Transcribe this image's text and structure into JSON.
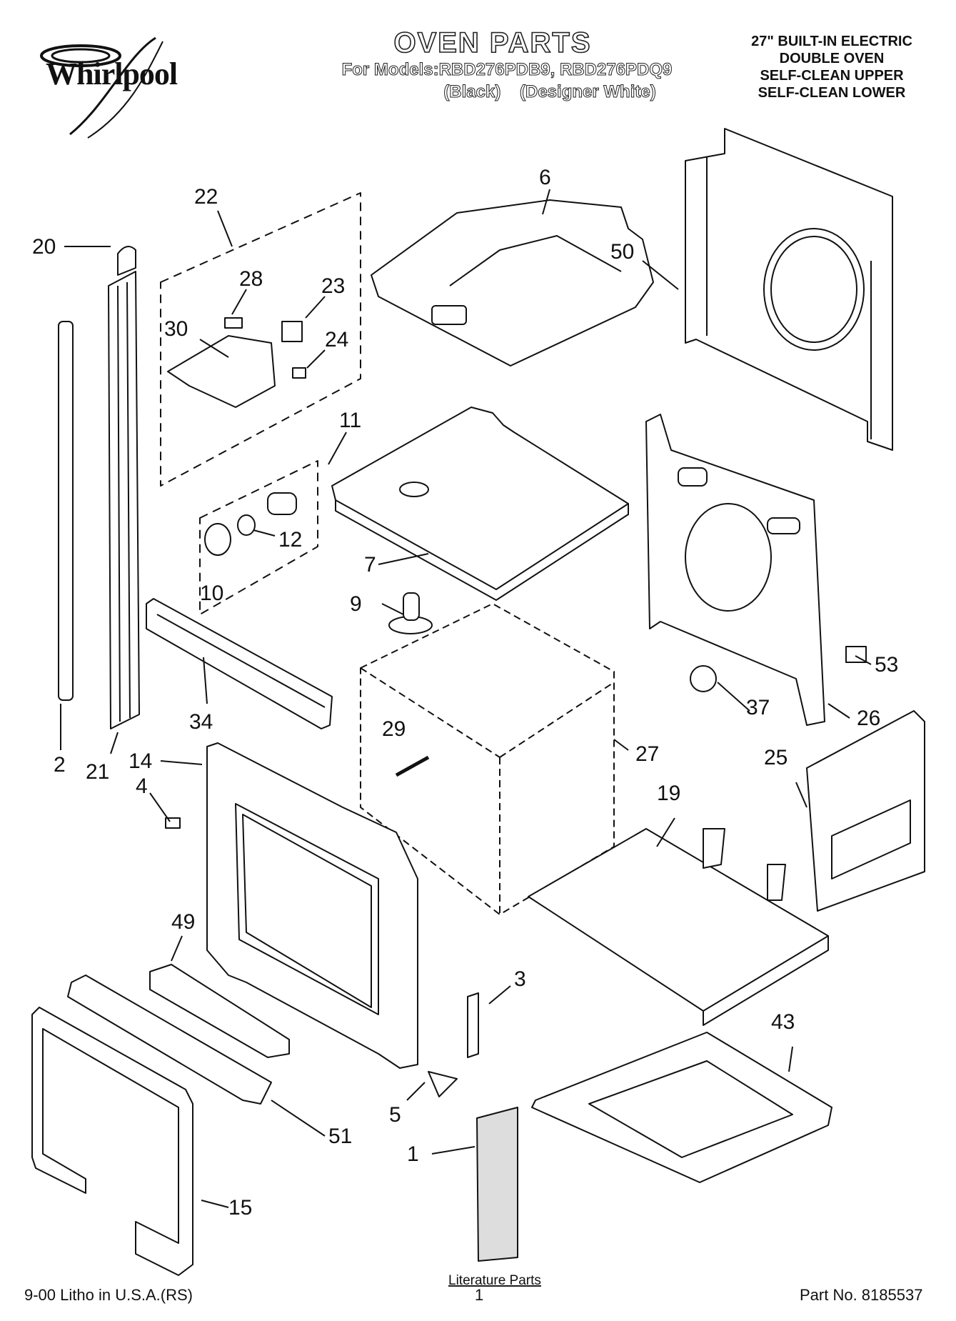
{
  "brand": {
    "name": "Whirlpool"
  },
  "header": {
    "title": "OVEN PARTS",
    "models_line": "For Models:RBD276PDB9, RBD276PDQ9",
    "colors_line": "(Black)    (Designer White)",
    "product_lines": [
      "27\" BUILT-IN ELECTRIC",
      "DOUBLE OVEN",
      "SELF-CLEAN UPPER",
      "SELF-CLEAN LOWER"
    ]
  },
  "callouts": [
    "20",
    "22",
    "28",
    "23",
    "30",
    "24",
    "6",
    "50",
    "11",
    "12",
    "10",
    "7",
    "9",
    "34",
    "53",
    "26",
    "37",
    "2",
    "21",
    "14",
    "4",
    "29",
    "27",
    "25",
    "19",
    "49",
    "3",
    "43",
    "5",
    "51",
    "1",
    "15"
  ],
  "literature_label": "Literature Parts",
  "footer": {
    "left": "9-00 Litho in U.S.A.(RS)",
    "center": "1",
    "right": "Part No. 8185537"
  },
  "colors": {
    "ink": "#111111",
    "paper": "#ffffff",
    "shade": "#cccccc"
  }
}
